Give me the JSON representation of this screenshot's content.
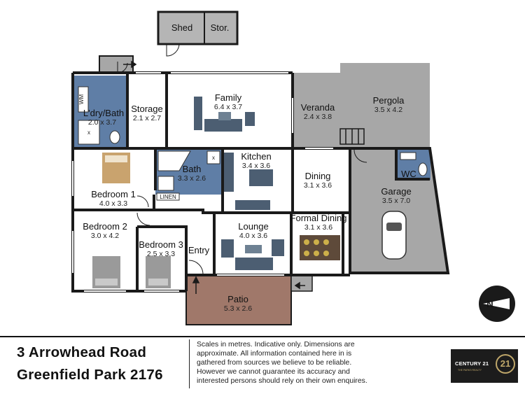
{
  "rooms": [
    {
      "id": "shed",
      "name": "Shed",
      "dims": ""
    },
    {
      "id": "storage-outdoor",
      "name": "Stor.",
      "dims": ""
    },
    {
      "id": "laundry-bath",
      "name": "L'dry/Bath",
      "dims": "2.0 x 3.7"
    },
    {
      "id": "storage",
      "name": "Storage",
      "dims": "2.1 x 2.7"
    },
    {
      "id": "family",
      "name": "Family",
      "dims": "6.4 x 3.7"
    },
    {
      "id": "veranda",
      "name": "Veranda",
      "dims": "2.4 x 3.8"
    },
    {
      "id": "pergola",
      "name": "Pergola",
      "dims": "3.5 x 4.2"
    },
    {
      "id": "bedroom-1",
      "name": "Bedroom 1",
      "dims": "4.0 x 3.3"
    },
    {
      "id": "bath",
      "name": "Bath",
      "dims": "3.3 x 2.6"
    },
    {
      "id": "kitchen",
      "name": "Kitchen",
      "dims": "3.4 x 3.6"
    },
    {
      "id": "dining",
      "name": "Dining",
      "dims": "3.1 x 3.6"
    },
    {
      "id": "wc",
      "name": "WC",
      "dims": ""
    },
    {
      "id": "garage",
      "name": "Garage",
      "dims": "3.5 x 7.0"
    },
    {
      "id": "bedroom-2",
      "name": "Bedroom 2",
      "dims": "3.0 x 4.2"
    },
    {
      "id": "bedroom-3",
      "name": "Bedroom 3",
      "dims": "2.5 x 3.3"
    },
    {
      "id": "entry",
      "name": "Entry",
      "dims": ""
    },
    {
      "id": "lounge",
      "name": "Lounge",
      "dims": "4.0 x 3.6"
    },
    {
      "id": "formal-dining",
      "name": "Formal Dining",
      "dims": "3.1 x 3.6"
    },
    {
      "id": "patio",
      "name": "Patio",
      "dims": "5.3 x 2.6"
    }
  ],
  "fixtures": {
    "washing_machine": "WM",
    "linen": "LINEN",
    "x_mark": "x"
  },
  "address": {
    "line1": "3 Arrowhead Road",
    "line2": "Greenfield Park 2176"
  },
  "disclaimer": "Scales in metres. Indicative only. Dimensions are approximate. All information contained here in is gathered from sources we believe to be reliable. However we cannot guarantee its accuracy and interested persons should rely on their own enquires.",
  "logo": {
    "brand": "CENTURY 21",
    "tagline": "THE PARKS REALTY",
    "seal": "21"
  },
  "compass": {
    "symbol": "N"
  },
  "colors": {
    "walls": "#1a1a1a",
    "wet_area": "#5f7ea6",
    "outdoor_grey": "#a7a7a7",
    "patio": "#a0786a",
    "furniture": "#4c5e72",
    "dining_table": "#5e4a3a"
  }
}
